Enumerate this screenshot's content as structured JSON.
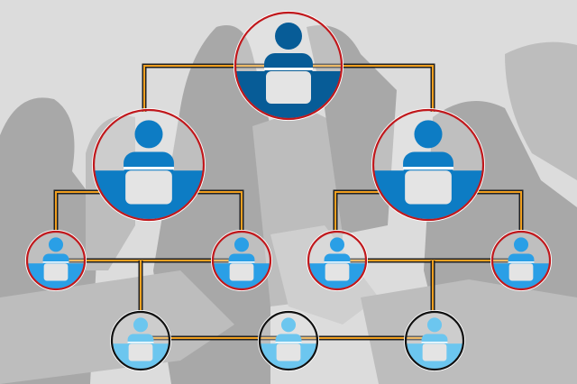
{
  "colors": {
    "background": "#dcdcdc",
    "silhouette_dark": "#a8a8a8",
    "silhouette_mid": "#bdbdbd",
    "connector_dark": "#222222",
    "connector_accent": "#f0a020",
    "level1_fill": "#075c97",
    "level2_fill": "#0d7cc4",
    "level3_fill": "#2a9fe6",
    "level4_fill": "#6cc6ef",
    "ring_red": "#c0181c",
    "ring_black": "#111111",
    "laptop_screen": "#e4e4e4"
  },
  "org_chart": {
    "levels": [
      {
        "level": 1,
        "count": 1,
        "ring": "red"
      },
      {
        "level": 2,
        "count": 2,
        "ring": "red"
      },
      {
        "level": 3,
        "count": 4,
        "ring": "red"
      },
      {
        "level": 4,
        "count": 3,
        "ring": "black"
      }
    ],
    "node_icon": "person-at-laptop-icon"
  }
}
